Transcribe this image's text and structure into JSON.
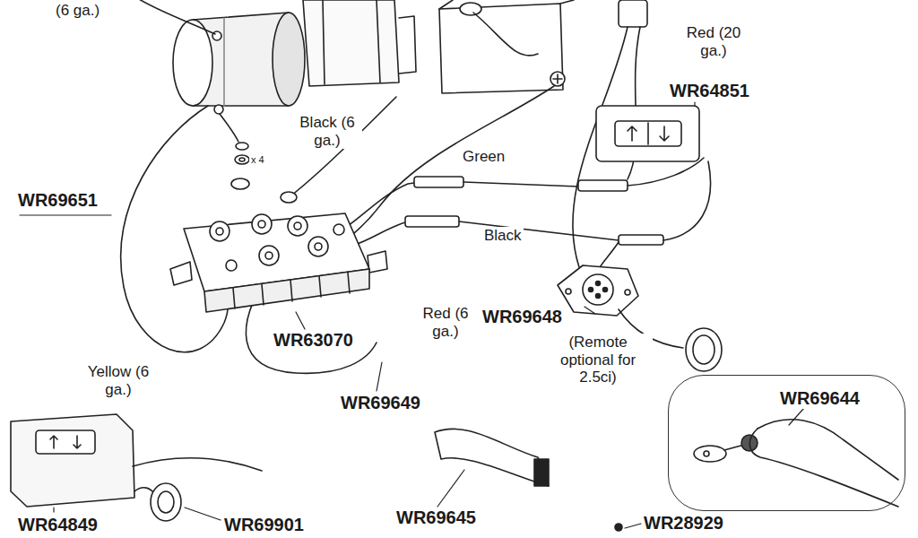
{
  "diagram": {
    "nodes": [
      {
        "text": [
          "WR69644"
        ]
      }
    ],
    "labels": [
      "(6 ga.)",
      "Black (6 ga.)",
      "Red (20 ga.)",
      "WR64851",
      "x 4",
      "Green",
      "WR69651",
      "Black",
      "Red (6 ga.)",
      "WR69648",
      "WR63070",
      "(Remote optional for 2.5ci)",
      "Yellow (6 ga.)",
      "WR69649",
      "WR64849",
      "WR69901",
      "WR69645",
      "WR28929"
    ]
  }
}
